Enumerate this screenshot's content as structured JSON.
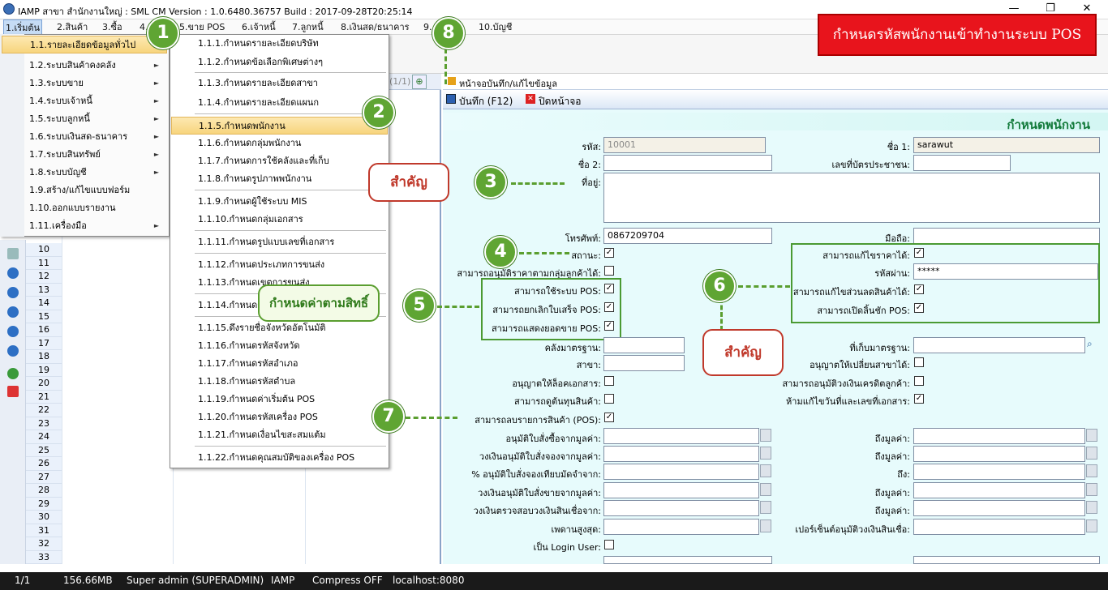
{
  "window": {
    "title": "IAMP สาขา สำนักงานใหญ่ : SML CM Version : 1.0.6480.36757  Build : 2017-09-28T20:25:14",
    "min": "—",
    "max": "❐",
    "close": "✕"
  },
  "menubar": [
    "1.เริ่มต้น",
    "2.สินค้า",
    "3.ซื้อ",
    "4.",
    "5.ขาย POS",
    "6.เจ้าหนี้",
    "7.ลูกหนี้",
    "8.เงินสด/ธนาคาร",
    "9.",
    "10.บัญชี"
  ],
  "banner": "กำหนดรหัสพนักงานเข้าทำงานระบบ POS",
  "menu1": [
    {
      "label": "1.1.รายละเอียดข้อมูลทั่วไป",
      "arrow": "►"
    },
    {
      "label": "1.2.ระบบสินค้าคงคลัง",
      "arrow": "►"
    },
    {
      "label": "1.3.ระบบขาย",
      "arrow": "►"
    },
    {
      "label": "1.4.ระบบเจ้าหนี้",
      "arrow": "►"
    },
    {
      "label": "1.5.ระบบลูกหนี้",
      "arrow": "►"
    },
    {
      "label": "1.6.ระบบเงินสด-ธนาคาร",
      "arrow": "►"
    },
    {
      "label": "1.7.ระบบสินทรัพย์",
      "arrow": "►"
    },
    {
      "label": "1.8.ระบบบัญชี",
      "arrow": "►"
    },
    {
      "label": "1.9.สร้าง/แก้ไขแบบฟอร์ม",
      "arrow": ""
    },
    {
      "label": "1.10.ออกแบบรายงาน",
      "arrow": ""
    },
    {
      "label": "1.11.เครื่องมือ",
      "arrow": "►"
    }
  ],
  "menu2": [
    "1.1.1.กำหนดรายละเอียดบริษัท",
    "1.1.2.กำหนดข้อเลือกพิเศษต่างๆ",
    "1.1.3.กำหนดรายละเอียดสาขา",
    "1.1.4.กำหนดรายละเอียดแผนก",
    "1.1.5.กำหนดพนักงาน",
    "1.1.6.กำหนดกลุ่มพนักงาน",
    "1.1.7.กำหนดการใช้คลังและที่เก็บ",
    "1.1.8.กำหนดรูปภาพพนักงาน",
    "1.1.9.กำหนดผู้ใช้ระบบ MIS",
    "1.1.10.กำหนดกลุ่มเอกสาร",
    "1.1.11.กำหนดรูปแบบเลขที่เอกสาร",
    "1.1.12.กำหนดประเภทการขนส่ง",
    "1.1.13.กำหนดเขตการขนส่ง",
    "1.1.14.กำหนดรายการค่าขนส่ง",
    "1.1.15.ดึงรายชื่อจังหวัดอัตโนมัติ",
    "1.1.16.กำหนดรหัสจังหวัด",
    "1.1.17.กำหนดรหัสอำเภอ",
    "1.1.18.กำหนดรหัสตำบล",
    "1.1.19.กำหนดค่าเริ่มต้น POS",
    "1.1.20.กำหนดรหัสเครื่อง POS",
    "1.1.21.กำหนดเงื่อนไขสะสมแต้ม",
    "1.1.22.กำหนดคุณสมบัติของเครื่อง POS"
  ],
  "grid": {
    "pager": "(1/1)",
    "rows": [
      "10",
      "11",
      "12",
      "13",
      "14",
      "15",
      "16",
      "17",
      "18",
      "19",
      "20",
      "21",
      "22",
      "23",
      "24",
      "25",
      "26",
      "27",
      "28",
      "29",
      "30",
      "31",
      "32",
      "33"
    ]
  },
  "form": {
    "tab": "หน้าจอบันทึก/แก้ไขข้อมูล",
    "save": "บันทึก (F12)",
    "close": "ปิดหน้าจอ",
    "heading": "กำหนดพนักงาน",
    "code_label": "รหัส:",
    "code_value": "10001",
    "name1_label": "ชื่อ 1:",
    "name1_value": "sarawut",
    "name2_label": "ชื่อ 2:",
    "id_label": "เลขที่บัตรประชาชน:",
    "address_label": "ที่อยู่:",
    "phone_label": "โทรศัพท์:",
    "phone_value": "0867209704",
    "mobile_label": "มือถือ:",
    "status_label": "สถานะ:",
    "approve_price_label": "สามารถอนุมัติราคาตามกลุ่มลูกค้าได้:",
    "pos_use_label": "สามารถใช้ระบบ POS:",
    "pos_cancel_label": "สามารถยกเลิกใบเสร็จ POS:",
    "pos_show_label": "สามารถแสดงยอดขาย POS:",
    "edit_price_label": "สามารถแก้ไขราคาได้:",
    "password_label": "รหัสผ่าน:",
    "password_value": "*****",
    "edit_discount_label": "สามารถแก้ไขส่วนลดสินค้าได้:",
    "open_drawer_label": "สามารถเปิดลิ้นชัก POS:",
    "std_wh_label": "คลังมาตรฐาน:",
    "std_loc_label": "ที่เก็บมาตรฐาน:",
    "branch_label": "สาขา:",
    "allow_branch_label": "อนุญาตให้เปลี่ยนสาขาได้:",
    "allow_lock_label": "อนุญาตให้ล็อคเอกสาร:",
    "approve_credit_label": "สามารถอนุมัติวงเงินเครดิตลูกค้า:",
    "view_cost_label": "สามารถดูต้นทุนสินค้า:",
    "forbid_edit_label": "ห้ามแก้ไขวันที่และเลขที่เอกสาร:",
    "delete_pos_label": "สามารถลบรายการสินค้า (POS):",
    "po_from_label": "อนุมัติใบสั่งซื้อจากมูลค่า:",
    "to_value_label": "ถึงมูลค่า:",
    "so_reserve_label": "วงเงินอนุมัติใบสั่งจองจากมูลค่า:",
    "pct_label": "% อนุมัติใบสั่งจองเทียบมัดจำจาก:",
    "to_label": "ถึง:",
    "so_sale_label": "วงเงินอนุมัติใบสั่งขายจากมูลค่า:",
    "credit_check_label": "วงเงินตรวจสอบวงเงินสินเชื่อจาก:",
    "max_label": "เพดานสูงสุด:",
    "pct_credit_label": "เปอร์เซ็นต์อนุมัติวงเงินสินเชื่อ:",
    "login_user_label": "เป็น Login User:",
    "check": "✓"
  },
  "annotations": {
    "n1": "1",
    "n2": "2",
    "n3": "3",
    "n4": "4",
    "n5": "5",
    "n6": "6",
    "n7": "7",
    "n8": "8",
    "important": "สำคัญ",
    "set_rights": "กำหนดค่าตามสิทธิ์"
  },
  "status": {
    "page": "1/1",
    "memory": "156.66MB",
    "user": "Super admin (SUPERADMIN)",
    "app": "IAMP",
    "compress": "Compress OFF",
    "server": "localhost:8080"
  }
}
